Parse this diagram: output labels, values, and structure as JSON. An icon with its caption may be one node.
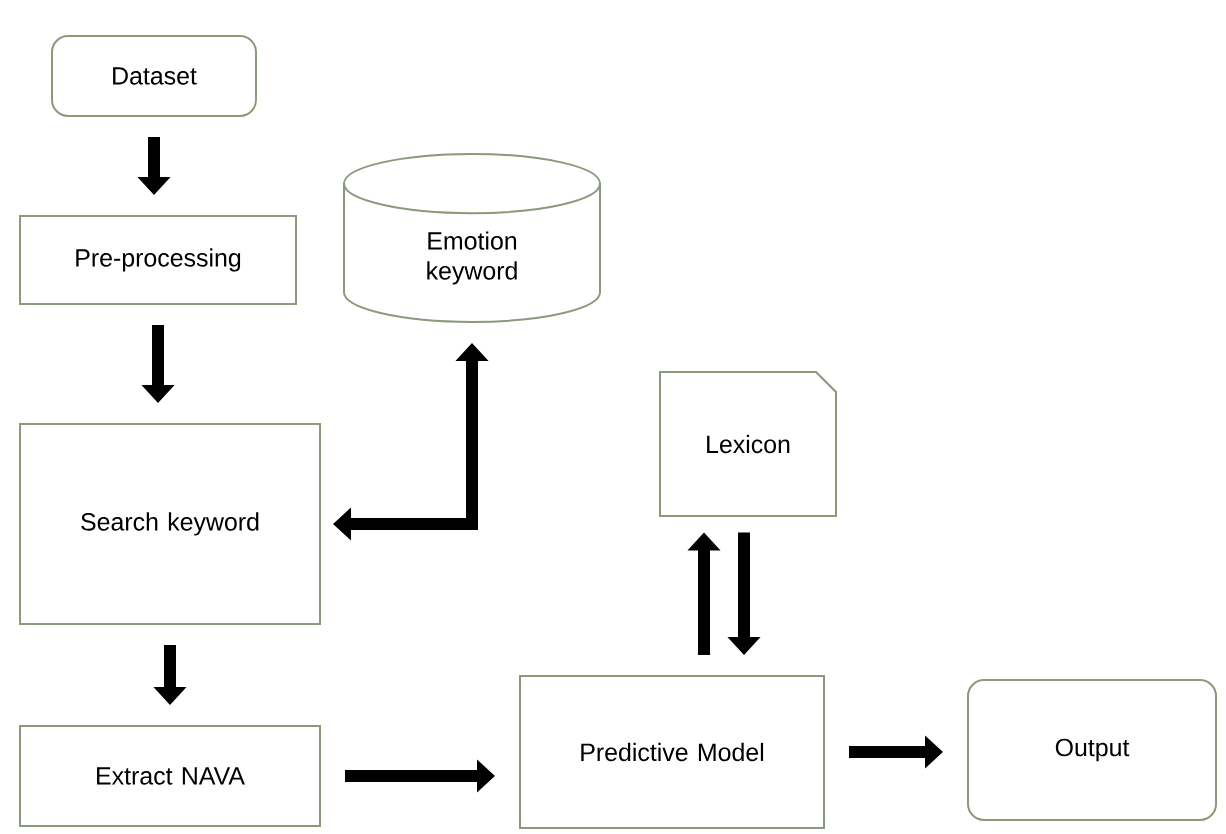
{
  "diagram": {
    "nodes": [
      {
        "text": [
          "Dataset"
        ]
      },
      {
        "text": [
          "Pre-processing"
        ]
      },
      {
        "text": [
          "Search keyword"
        ]
      },
      {
        "text": [
          "Extract NAVA"
        ]
      },
      {
        "text": [
          "Emotion keyword"
        ]
      },
      {
        "text": [
          "Lexicon"
        ]
      },
      {
        "text": [
          "Predictive Model"
        ]
      },
      {
        "text": [
          "Output"
        ]
      }
    ],
    "edges": [
      {
        "from": 0,
        "to": 1,
        "arrow": "to"
      },
      {
        "from": 1,
        "to": 2,
        "arrow": "to"
      },
      {
        "from": 2,
        "to": 3,
        "arrow": "to"
      },
      {
        "from": 2,
        "to": 4,
        "arrow": "both"
      },
      {
        "from": 3,
        "to": 6,
        "arrow": "to"
      },
      {
        "from": 6,
        "to": 5,
        "arrow": "to"
      },
      {
        "from": 5,
        "to": 6,
        "arrow": "to"
      },
      {
        "from": 6,
        "to": 7,
        "arrow": "to"
      }
    ]
  }
}
